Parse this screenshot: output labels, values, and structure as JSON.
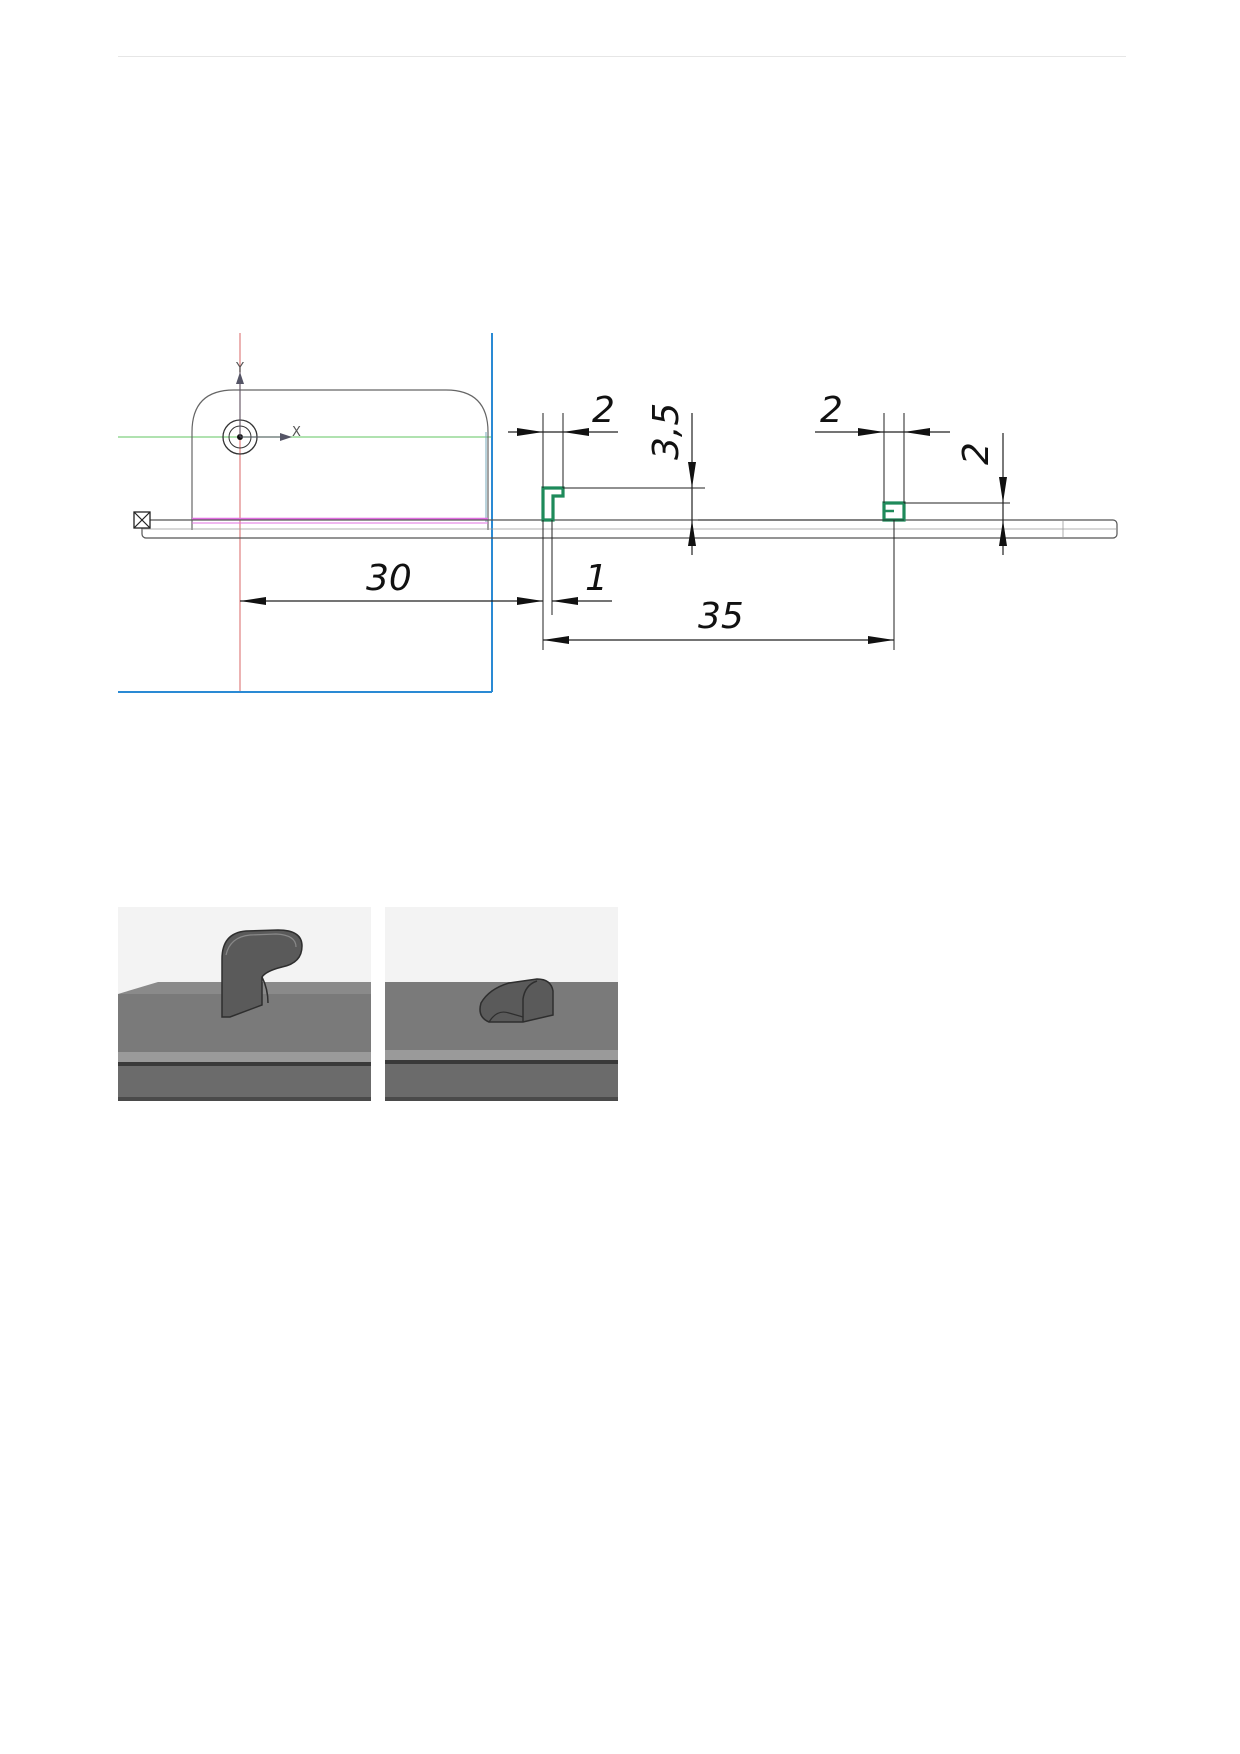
{
  "drawing": {
    "dimensions": {
      "d30": "30",
      "d1": "1",
      "d35": "35",
      "d2_left": "2",
      "d2_right": "2",
      "d3_5": "3,5",
      "d2_vertical": "2"
    },
    "axis": {
      "x": "X",
      "y": "Y"
    },
    "colors": {
      "profile_green": "#1e8a5a",
      "axis_red": "#e08080",
      "axis_green": "#80d080",
      "frame_blue": "#2a8ad4",
      "magenta": "#e070e0"
    }
  },
  "renders": [
    {
      "name": "tall-latch"
    },
    {
      "name": "short-latch"
    }
  ]
}
